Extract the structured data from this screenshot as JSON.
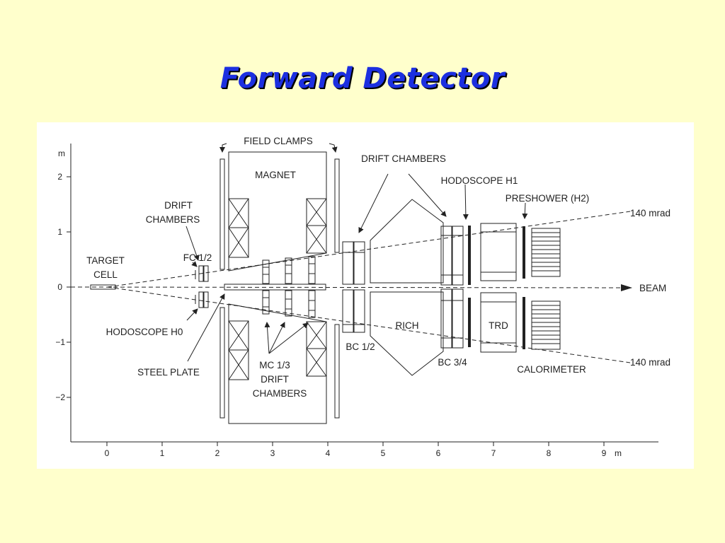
{
  "title": "Forward Detector",
  "axes": {
    "y_unit": "m",
    "x_unit": "m",
    "y_ticks": [
      "2",
      "1",
      "0",
      "−1",
      "−2"
    ],
    "x_ticks": [
      "0",
      "1",
      "2",
      "3",
      "4",
      "5",
      "6",
      "7",
      "8",
      "9"
    ]
  },
  "labels": {
    "field_clamps": "FIELD CLAMPS",
    "magnet": "MAGNET",
    "drift_chambers_top": "DRIFT CHAMBERS",
    "hodoscope_h1": "HODOSCOPE H1",
    "preshower": "PRESHOWER (H2)",
    "mrad_top": "140 mrad",
    "mrad_bottom": "140 mrad",
    "beam": "BEAM",
    "drift_left_1": "DRIFT",
    "drift_left_2": "CHAMBERS",
    "fc": "FC 1/2",
    "target_1": "TARGET",
    "target_2": "CELL",
    "hodoscope_h0": "HODOSCOPE H0",
    "steel_plate": "STEEL PLATE",
    "mc_1": "MC 1/3",
    "mc_2": "DRIFT",
    "mc_3": "CHAMBERS",
    "bc12": "BC 1/2",
    "rich": "RICH",
    "bc34": "BC 3/4",
    "trd": "TRD",
    "calorimeter": "CALORIMETER"
  }
}
